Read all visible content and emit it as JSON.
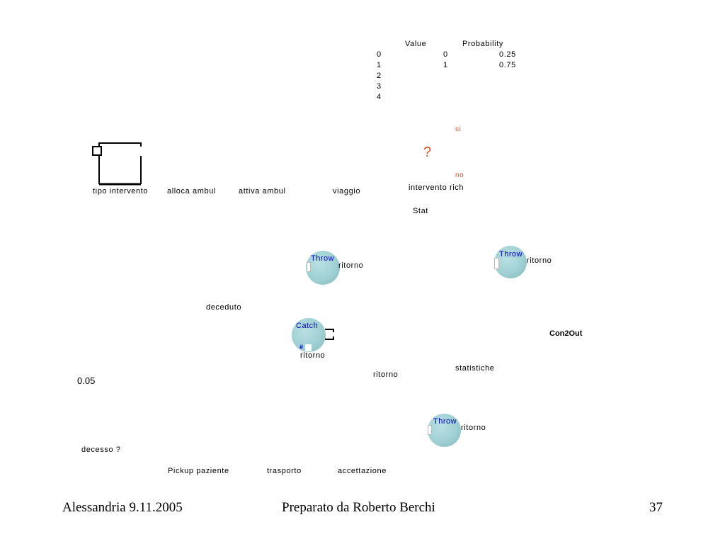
{
  "table": {
    "headers": [
      "Value",
      "Probability"
    ],
    "indices": [
      "0",
      "1",
      "2",
      "3",
      "4"
    ],
    "rows": [
      {
        "value": "0",
        "probability": "0.25"
      },
      {
        "value": "1",
        "probability": "0.75"
      }
    ]
  },
  "decision": {
    "symbol": "?",
    "yes_label": "si",
    "no_label": "no",
    "name": "intervento rich"
  },
  "stat_label": "Stat",
  "process_labels": {
    "tipo_intervento": "tipo intervento",
    "alloca_ambul": "alloca ambul",
    "attiva_ambul": "attiva ambul",
    "viaggio": "viaggio",
    "deceduto": "deceduto",
    "statistiche": "statistiche",
    "ritorno_free": "ritorno",
    "con2out": "Con2Out",
    "probability_value": "0.05",
    "decesso": "decesso ?",
    "pickup": "Pickup paziente",
    "trasporto": "trasporto",
    "accettazione": "accettazione"
  },
  "nodes": {
    "throw1": {
      "title": "Throw",
      "caption": "ritorno"
    },
    "throw2": {
      "title": "Throw",
      "caption": "ritorno"
    },
    "catch1": {
      "title": "Catch",
      "caption": "ritorno",
      "mark": "#"
    },
    "throw3": {
      "title": "Throw",
      "caption": "ritorno"
    }
  },
  "footer": {
    "left": "Alessandria 9.11.2005",
    "center": "Preparato da Roberto Berchi",
    "page": "37"
  },
  "colors": {
    "node_fill": "#9fd0d4",
    "node_text": "#0000cc",
    "decision_accent": "#e0531b"
  }
}
